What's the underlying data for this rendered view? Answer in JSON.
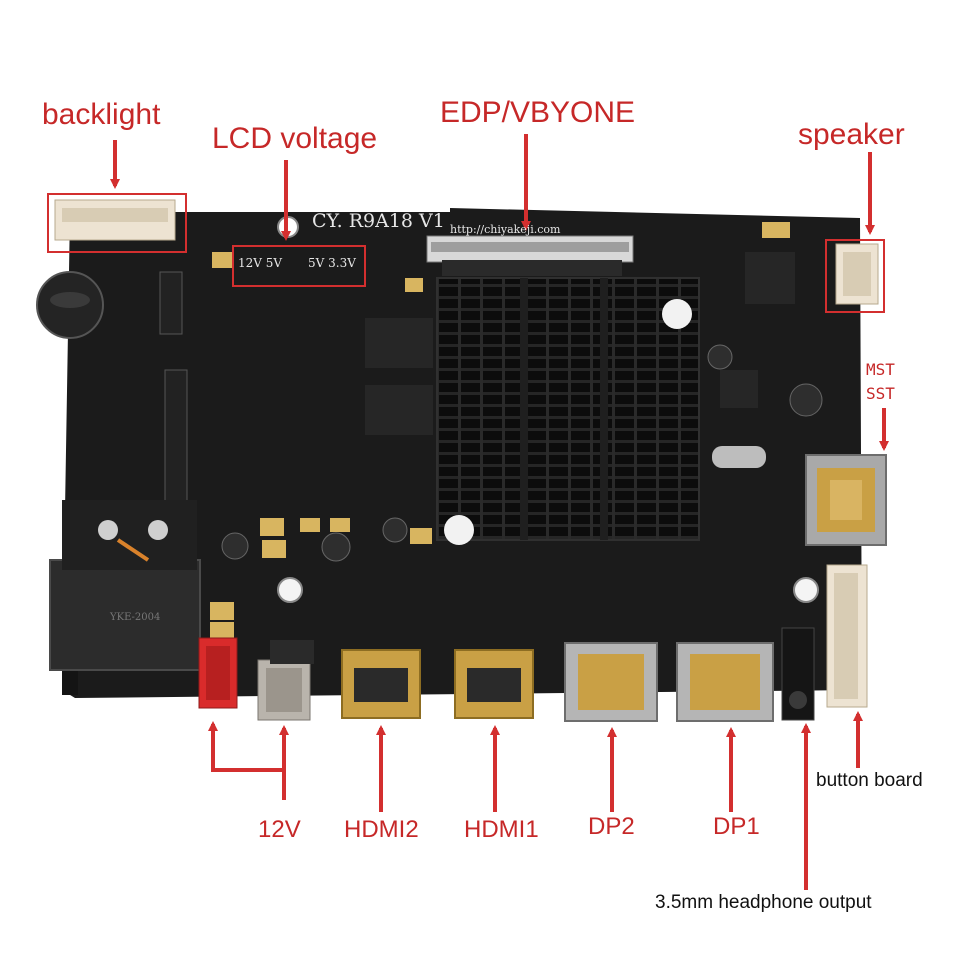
{
  "colors": {
    "annotation": "#d32f2f",
    "pcb": "#1b1b1b",
    "heatsink": "#0d0d0d",
    "silkscreen": "#e6e6e6",
    "connector_cream": "#ede3d2",
    "connector_red": "#d92b2b",
    "gold": "#c9a045"
  },
  "labels": {
    "backlight": "backlight",
    "lcd_voltage": "LCD voltage",
    "edp_vbyone": "EDP/VBYONE",
    "speaker": "speaker",
    "mst": "MST",
    "sst": "SST",
    "power_12v": "12V",
    "hdmi2": "HDMI2",
    "hdmi1": "HDMI1",
    "dp2": "DP2",
    "dp1": "DP1",
    "button_board": "button board",
    "headphone": "3.5mm headphone output"
  },
  "silkscreen": {
    "board_model": "CY. R9A18  V1",
    "url": "http://chiyakeji.com",
    "voltage_left": "12V 5V",
    "voltage_right": "5V 3.3V",
    "transformer_text": "YKE-2004"
  }
}
